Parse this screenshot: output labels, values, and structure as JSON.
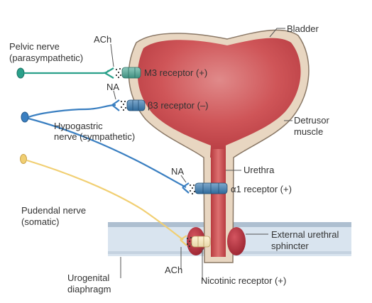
{
  "labels": {
    "bladder": "Bladder",
    "pelvic_nerve_line1": "Pelvic nerve",
    "pelvic_nerve_line2": "(parasympathetic)",
    "ach_top": "ACh",
    "na_top": "NA",
    "m3_receptor": "M3 receptor (+)",
    "b3_receptor": "β3 receptor (–)",
    "hypogastric_line1": "Hypogastric",
    "hypogastric_line2": "nerve (sympathetic)",
    "detrusor_line1": "Detrusor",
    "detrusor_line2": "muscle",
    "na_mid": "NA",
    "urethra": "Urethra",
    "a1_receptor": "α1 receptor (+)",
    "pudendal_line1": "Pudendal nerve",
    "pudendal_line2": "(somatic)",
    "sphincter_line1": "External urethral",
    "sphincter_line2": "sphincter",
    "ach_bottom": "ACh",
    "urogenital_line1": "Urogenital",
    "urogenital_line2": "diaphragm",
    "nicotinic_receptor": "Nicotinic receptor (+)"
  },
  "colors": {
    "bladder_wall": "#e8d7c4",
    "bladder_lumen": "#c84a4f",
    "sphincter": "#b5313c",
    "diaphragm": "#d6e2ee",
    "pelvic_nerve": "#2aa08a",
    "hypogastric_nerve": "#3a7fc1",
    "pudendal_nerve": "#f1cf72",
    "leader_line": "#555555"
  }
}
